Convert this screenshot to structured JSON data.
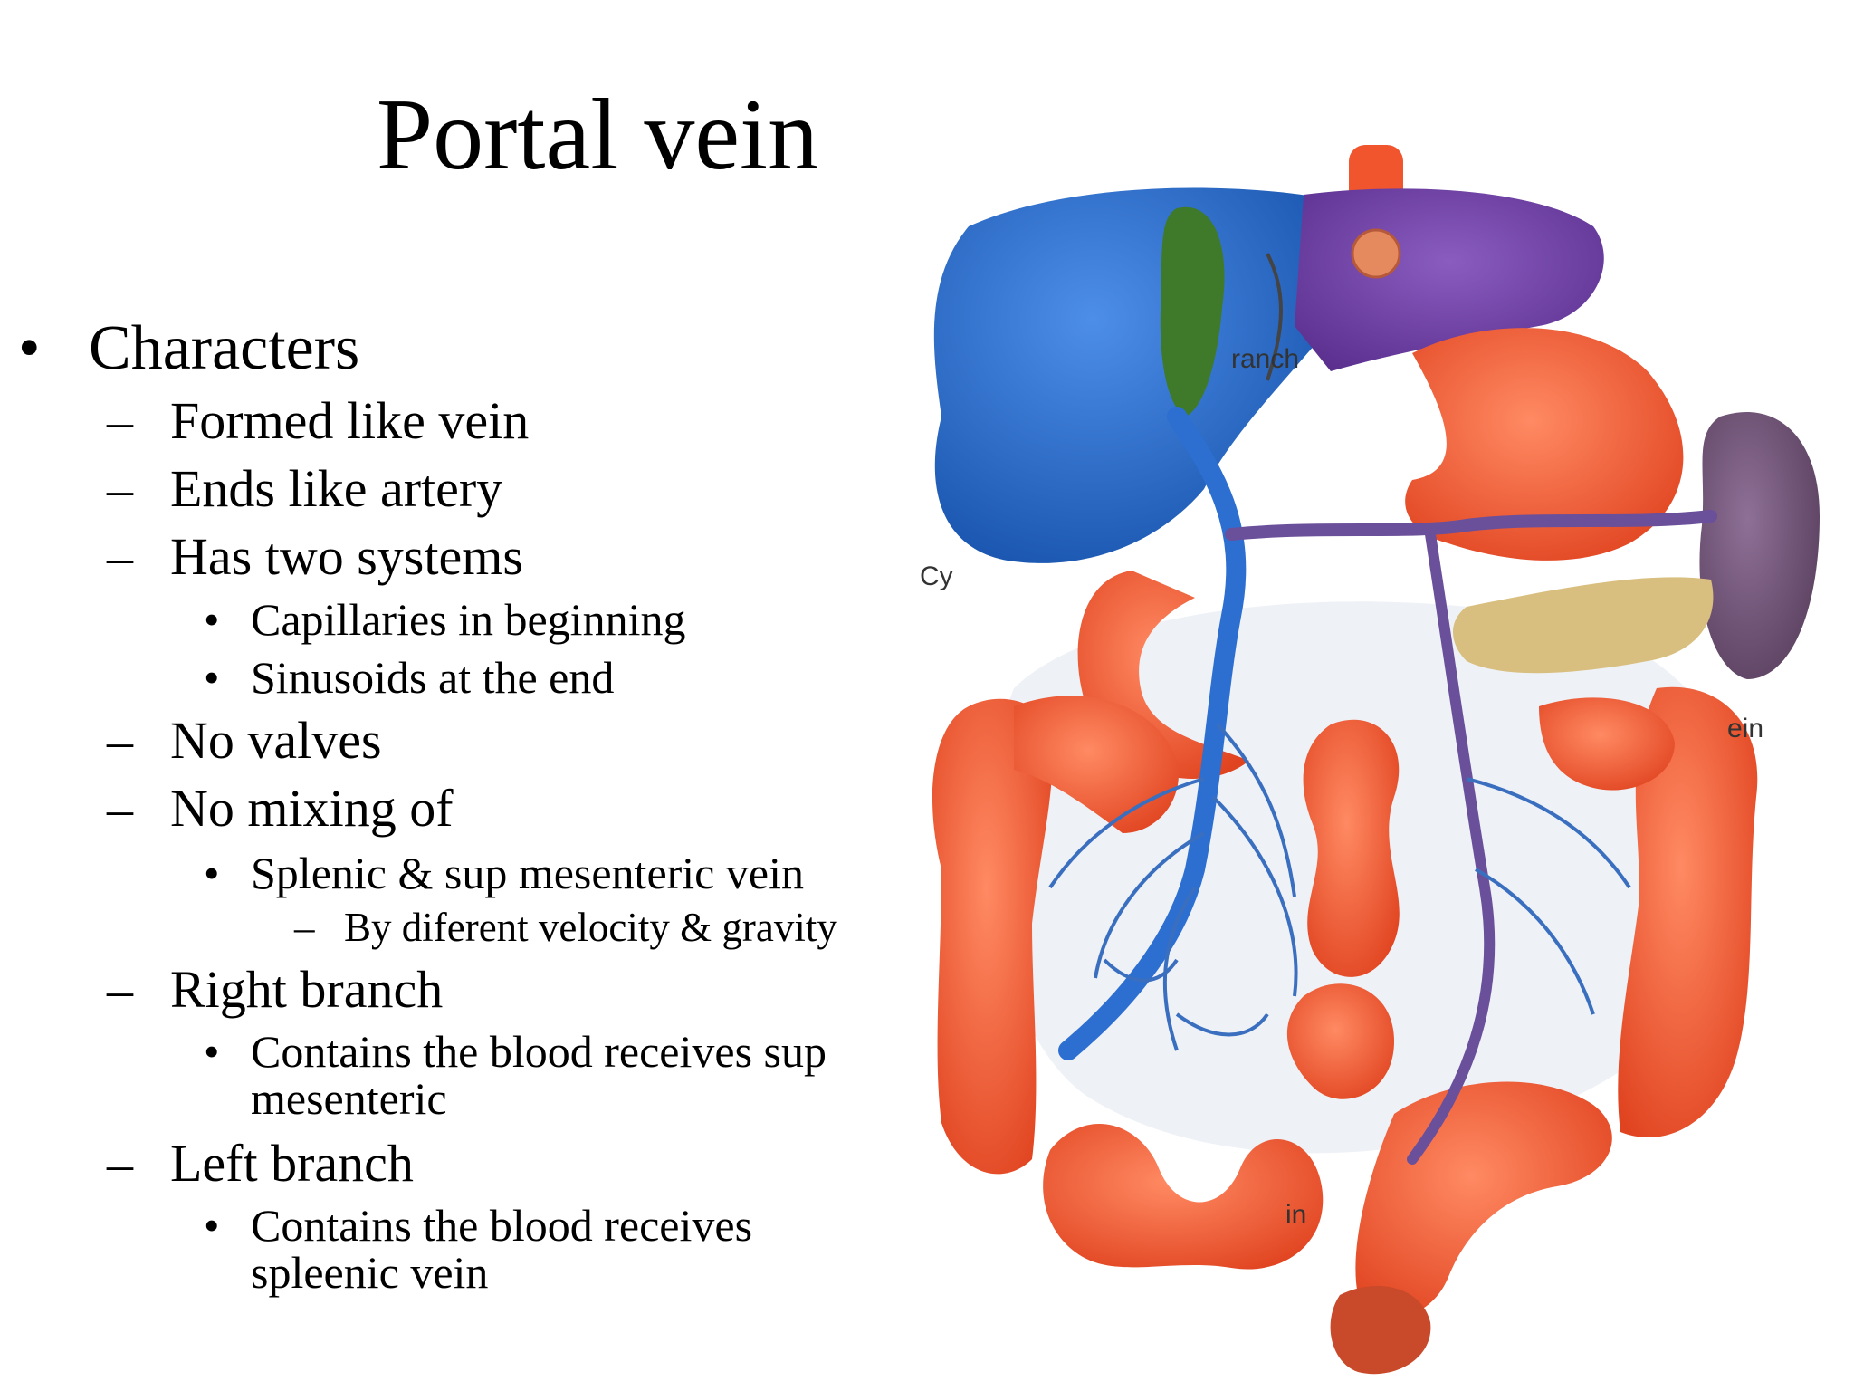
{
  "slide": {
    "title": "Portal vein",
    "bullets": [
      {
        "marker": "•",
        "text": "Characters"
      },
      {
        "marker": "–",
        "text": "Formed like vein"
      },
      {
        "marker": "–",
        "text": "Ends like artery"
      },
      {
        "marker": "–",
        "text": "Has two systems"
      },
      {
        "marker": "•",
        "text": "Capillaries in beginning"
      },
      {
        "marker": "•",
        "text": "Sinusoids at the end"
      },
      {
        "marker": "–",
        "text": "No valves"
      },
      {
        "marker": "–",
        "text": "No mixing of"
      },
      {
        "marker": "•",
        "text": "Splenic & sup mesenteric vein"
      },
      {
        "marker": "–",
        "text": "By diferent velocity & gravity"
      },
      {
        "marker": "–",
        "text": "Right branch"
      },
      {
        "marker": "•",
        "text": "Contains the blood receives sup"
      },
      {
        "marker": "",
        "text": "mesenteric"
      },
      {
        "marker": "–",
        "text": "Left branch"
      },
      {
        "marker": "•",
        "text": "Contains the blood receives"
      },
      {
        "marker": "",
        "text": "spleenic vein"
      }
    ]
  },
  "figure": {
    "labels": {
      "branch": "ranch",
      "cy": "Cy",
      "vein": "ein",
      "in": "in"
    },
    "colors": {
      "liver_right": "#1f66c8",
      "liver_left": "#6a3fa0",
      "gallbladder": "#3f7a2a",
      "bowel": "#f0552e",
      "spleen": "#6a4f72",
      "pancreas": "#d9bf7f",
      "portal_vein": "#2d6fd0",
      "splenic_vein": "#6a4f9a"
    }
  }
}
